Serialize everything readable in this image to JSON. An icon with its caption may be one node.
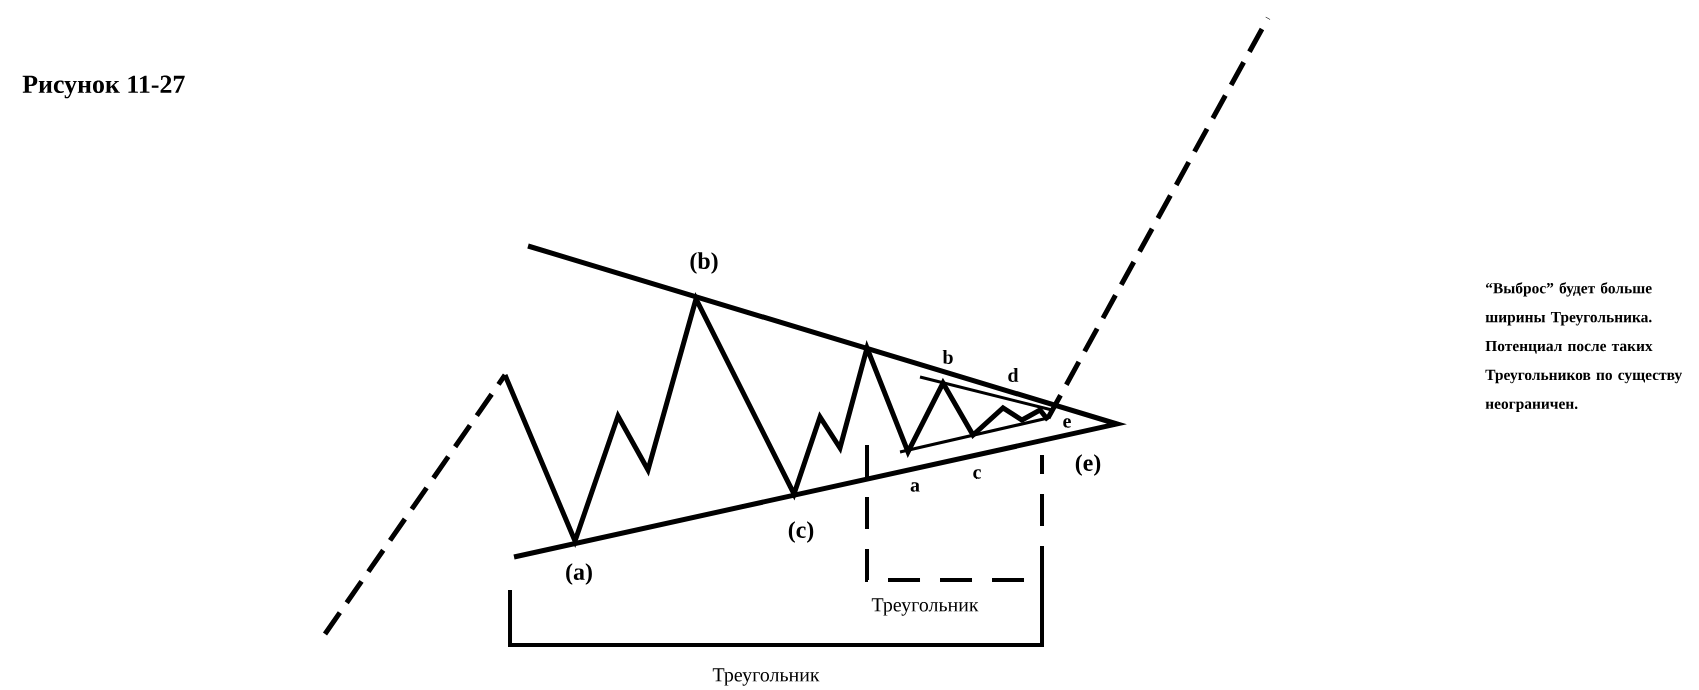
{
  "diagram": {
    "title": "Рисунок 11-27",
    "labels": [
      "(b)",
      "b",
      "d",
      "e",
      "(e)",
      "a",
      "c",
      "(c)",
      "(a)",
      "Треугольник",
      "Треугольник",
      "“Выброс” будет больше ширины Треугольника. Потенциал после таких Треугольников по существу неограничен."
    ]
  }
}
